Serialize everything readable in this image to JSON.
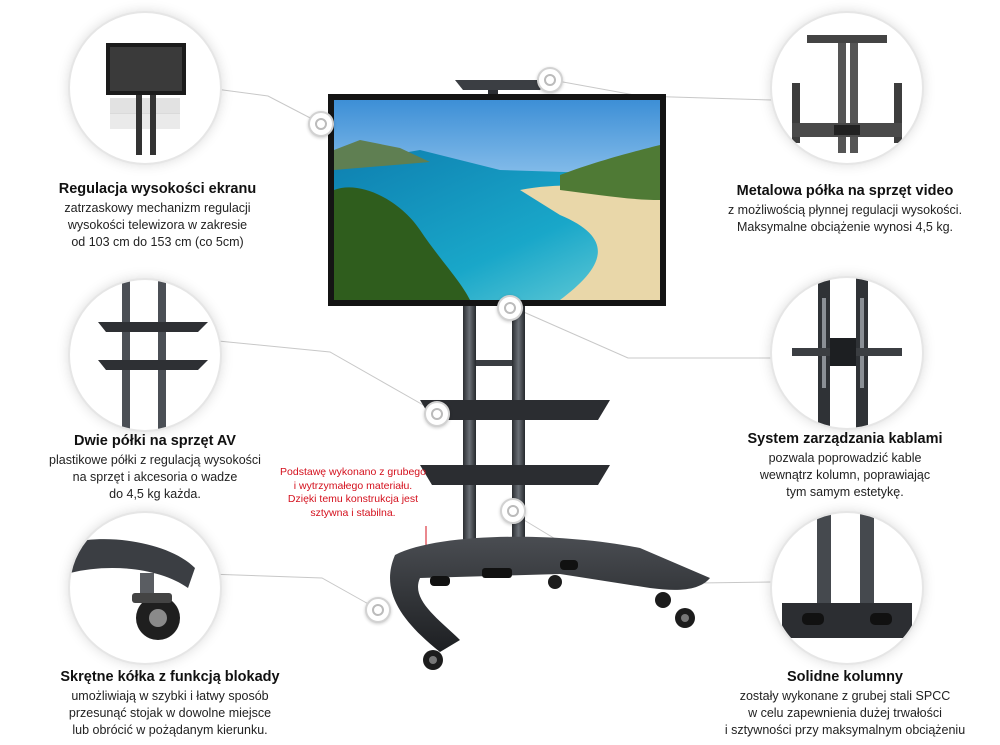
{
  "features": [
    {
      "id": "height",
      "title": "Regulacja wysokości ekranu",
      "desc": "zatrzaskowy mechanizm regulacji\nwysokości telewizora w zakresie\nod 103 cm do 153 cm (co 5cm)"
    },
    {
      "id": "shelf-video",
      "title": "Metalowa półka na sprzęt video",
      "desc": "z możliwością płynnej regulacji wysokości.\nMaksymalne obciążenie wynosi 4,5 kg."
    },
    {
      "id": "shelves-av",
      "title": "Dwie półki na sprzęt AV",
      "desc": "plastikowe półki z regulacją wysokości\nna sprzęt i akcesoria o wadze\ndo 4,5 kg każda."
    },
    {
      "id": "cables",
      "title": "System zarządzania kablami",
      "desc": "pozwala poprowadzić kable\nwewnątrz kolumn, poprawiając\ntym samym estetykę."
    },
    {
      "id": "wheels",
      "title": "Skrętne kółka z funkcją blokady",
      "desc": "umożliwiają w szybki i łatwy sposób\nprzesunąć stojak w dowolne miejsce\nlub obrócić w pożądanym kierunku."
    },
    {
      "id": "columns",
      "title": "Solidne kolumny",
      "desc": "zostały wykonane z grubej stali SPCC\nw celu zapewnienia dużej trwałości\ni sztywności przy maksymalnym obciążeniu"
    }
  ],
  "callout": "Podstawę wykonano z grubego\ni wytrzymałego materiału.\nDzięki temu konstrukcja jest\nsztywna i stabilna.",
  "colors": {
    "accent_red": "#d4101d",
    "metal": "#3a3d42",
    "frame": "#1a1a1a"
  }
}
